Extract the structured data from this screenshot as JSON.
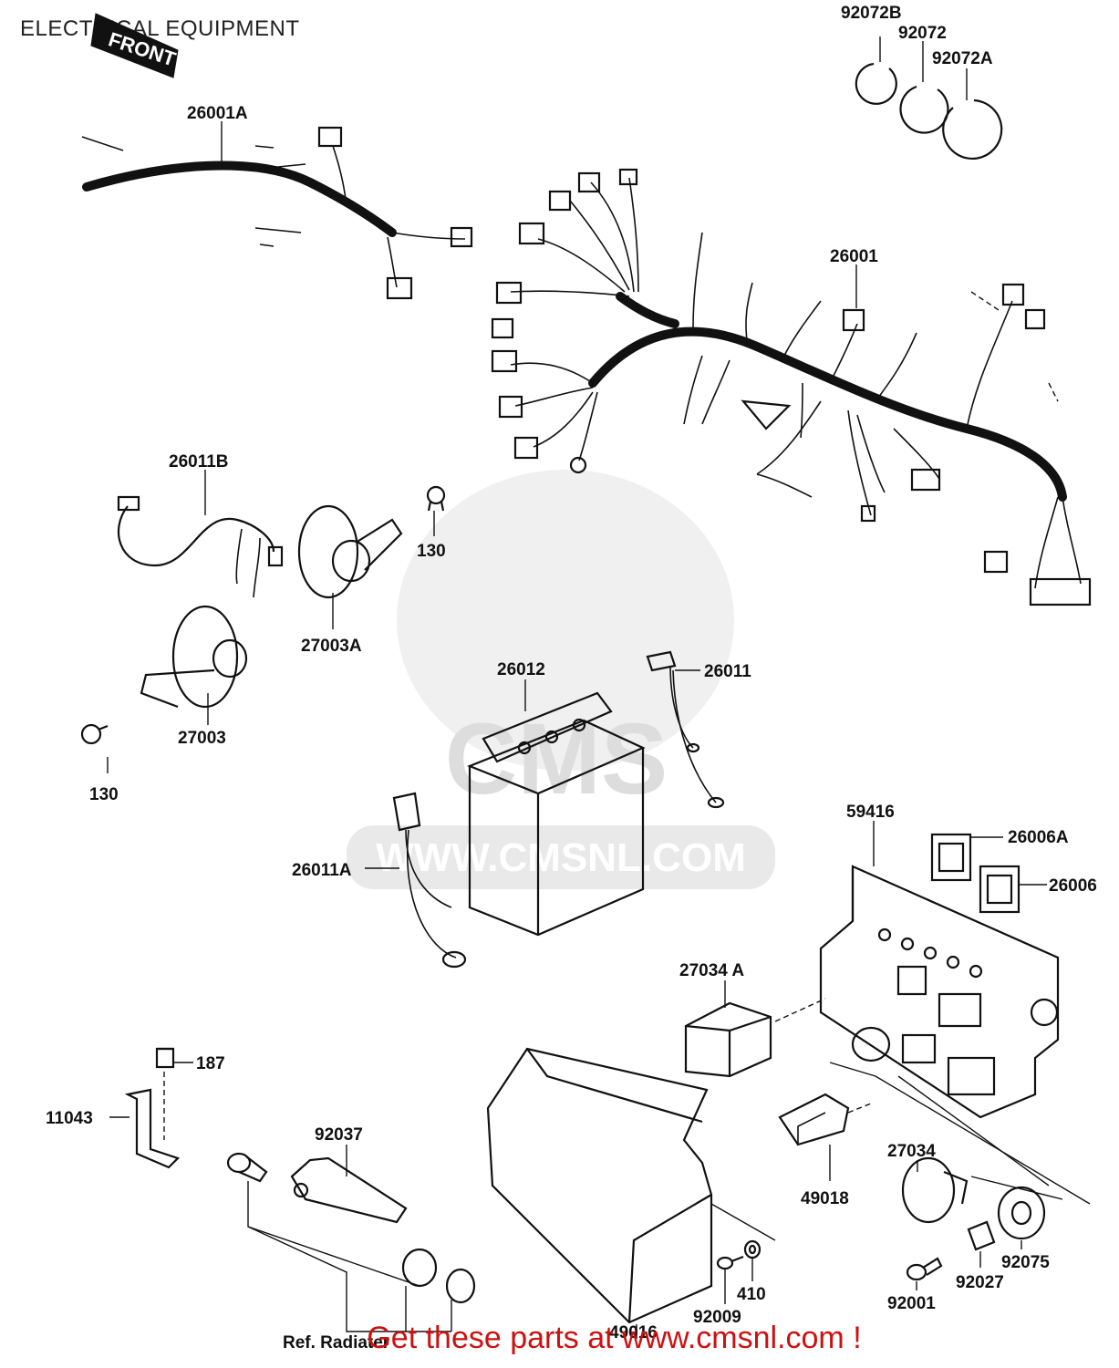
{
  "title": "ELECTRICAL EQUIPMENT",
  "front_tag": "FRONT",
  "footer": "Get these parts at www.cmsnl.com !",
  "watermark": {
    "brand": "CMS",
    "url": "WWW.CMSNL.COM"
  },
  "annotations": {
    "radiator_ref": "Ref. Radiater"
  },
  "colors": {
    "line": "#111111",
    "footer": "#cc1111",
    "watermark": "#e4e4e4"
  },
  "parts": {
    "p92072B": "92072B",
    "p92072": "92072",
    "p92072A": "92072A",
    "p26001A": "26001A",
    "p26001": "26001",
    "p26011B": "26011B",
    "p130a": "130",
    "p27003A": "27003A",
    "p27003": "27003",
    "p130b": "130",
    "p26012": "26012",
    "p26011": "26011",
    "p26011A": "26011A",
    "p59416": "59416",
    "p26006A": "26006A",
    "p26006": "26006",
    "p27034A": "27034 A",
    "p187": "187",
    "p11043": "11043",
    "p92037": "92037",
    "p27034": "27034",
    "p49018": "49018",
    "p92075": "92075",
    "p92027": "92027",
    "p410": "410",
    "p92001": "92001",
    "p92009": "92009",
    "p49016": "49016"
  }
}
